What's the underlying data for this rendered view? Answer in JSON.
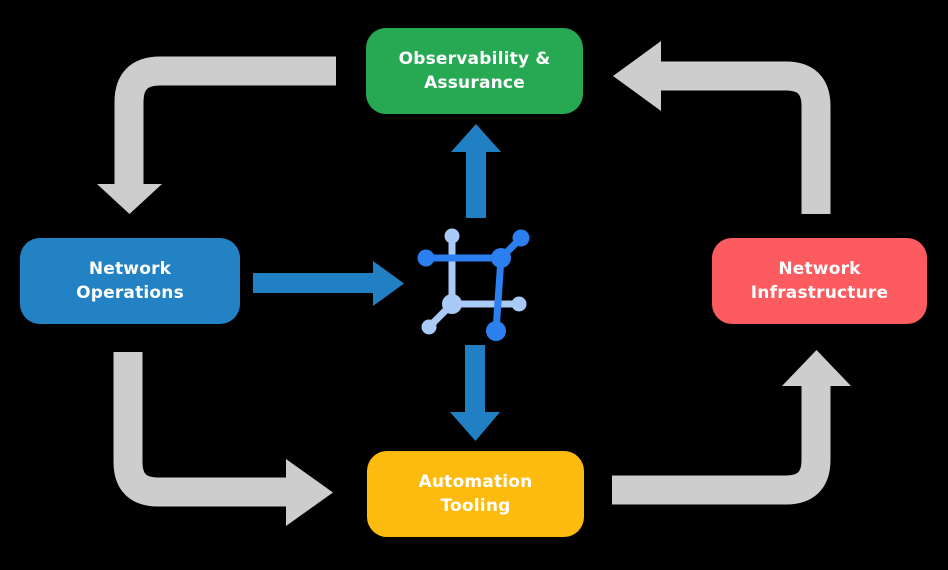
{
  "colors": {
    "background": "#000000",
    "arrow_gray": "#CDCDCD",
    "arrow_blue": "#2180C4",
    "text": "#FFFFFF"
  },
  "icon": {
    "name": "network-fabric-icon",
    "dark": "#2B7FEE",
    "light": "#A9C9F7"
  },
  "nodes": {
    "observability": {
      "label": "Observability &\nAssurance",
      "color": "#27A953"
    },
    "operations": {
      "label": "Network\nOperations",
      "color": "#2382C3"
    },
    "infrastructure": {
      "label": "Network\nInfrastructure",
      "color": "#FC5B5F"
    },
    "automation": {
      "label": "Automation\nTooling",
      "color": "#FCBB0E"
    }
  },
  "connections": [
    {
      "from": "observability",
      "to": "operations",
      "style": "gray-cycle"
    },
    {
      "from": "operations",
      "to": "automation",
      "style": "gray-cycle"
    },
    {
      "from": "automation",
      "to": "infrastructure",
      "style": "gray-cycle"
    },
    {
      "from": "infrastructure",
      "to": "observability",
      "style": "gray-cycle"
    },
    {
      "from": "operations",
      "to": "network-fabric-icon",
      "style": "blue"
    },
    {
      "from": "network-fabric-icon",
      "to": "observability",
      "style": "blue"
    },
    {
      "from": "network-fabric-icon",
      "to": "automation",
      "style": "blue"
    }
  ]
}
